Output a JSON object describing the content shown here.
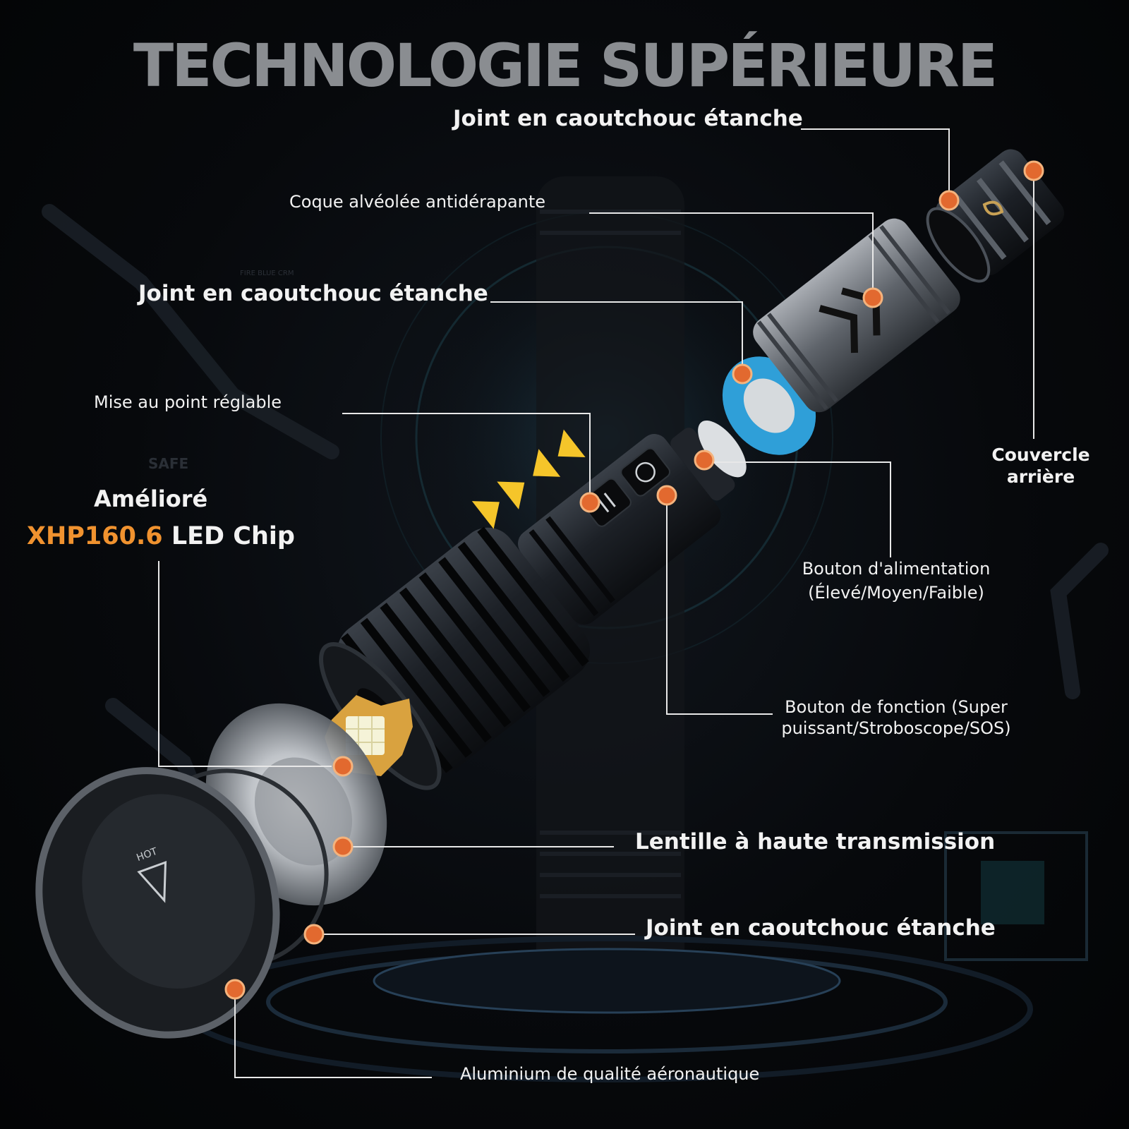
{
  "title": "TECHNOLOGIE SUPÉRIEURE",
  "labels": {
    "joint_top": "Joint en caoutchouc étanche",
    "coque": "Coque alvéolée antidérapante",
    "joint_mid": "Joint en caoutchouc étanche",
    "mise_au_point": "Mise au point réglable",
    "couvercle_line1": "Couvercle",
    "couvercle_line2": "arrière",
    "ameliore": "Amélioré",
    "chip_model": "XHP160.6",
    "chip_suffix": " LED Chip",
    "bouton_alim_line1": "Bouton d'alimentation",
    "bouton_alim_line2": "(Élevé/Moyen/Faible)",
    "bouton_fonction_line1": "Bouton de fonction (Super",
    "bouton_fonction_line2": "puissant/Stroboscope/SOS)",
    "lentille": "Lentille à haute transmission",
    "joint_bottom": "Joint en caoutchouc étanche",
    "aluminium": "Aluminium de qualité aéronautique"
  },
  "background_marks": {
    "fire_blue": "FIRE BLUE CRM",
    "safe": "SAFE",
    "hot": "HOT"
  },
  "colors": {
    "accent_orange": "#f0922f",
    "callout_dot": "#e2692f",
    "seal_blue": "#2f9fd8",
    "arrow_yellow": "#f5c52a",
    "title_gray": "#8a8d91"
  },
  "icons": [
    "power-icon",
    "mode-switch-icon",
    "hot-warning-icon"
  ]
}
